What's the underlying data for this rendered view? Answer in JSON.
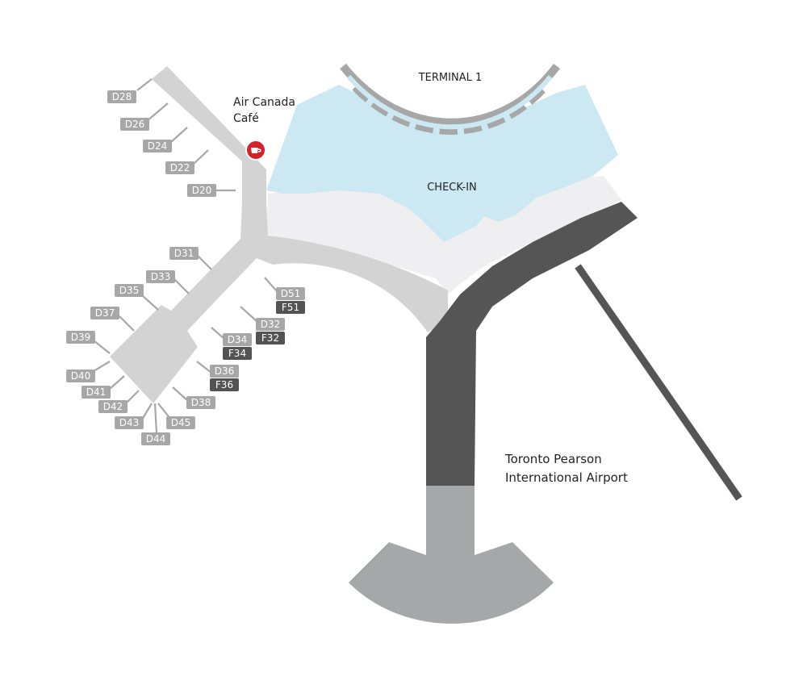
{
  "map": {
    "terminal_label": "TERMINAL 1",
    "checkin_label": "CHECK-IN",
    "cafe_label_line1": "Air Canada",
    "cafe_label_line2": "Café",
    "cafe_icon": "lounge-cup-icon",
    "airport_line1": "Toronto Pearson",
    "airport_line2": "International Airport"
  },
  "gates": {
    "d28": "D28",
    "d26": "D26",
    "d24": "D24",
    "d22": "D22",
    "d20": "D20",
    "d31": "D31",
    "d33": "D33",
    "d35": "D35",
    "d37": "D37",
    "d39": "D39",
    "d40": "D40",
    "d41": "D41",
    "d42": "D42",
    "d43": "D43",
    "d44": "D44",
    "d45": "D45",
    "d38": "D38",
    "d36": "D36",
    "f36": "F36",
    "d34": "D34",
    "f34": "F34",
    "d32": "D32",
    "f32": "F32",
    "d51": "D51",
    "f51": "F51"
  },
  "colors": {
    "concourse": "#d3d3d3",
    "checkin_area": "#cce9f3",
    "light_area": "#efeff1",
    "dark_pier": "#555555",
    "pier_end": "#a6a7a9",
    "gate_label": "#a7a7a7",
    "gate_label_dark": "#535353",
    "cafe_icon_red": "#d2232a"
  }
}
